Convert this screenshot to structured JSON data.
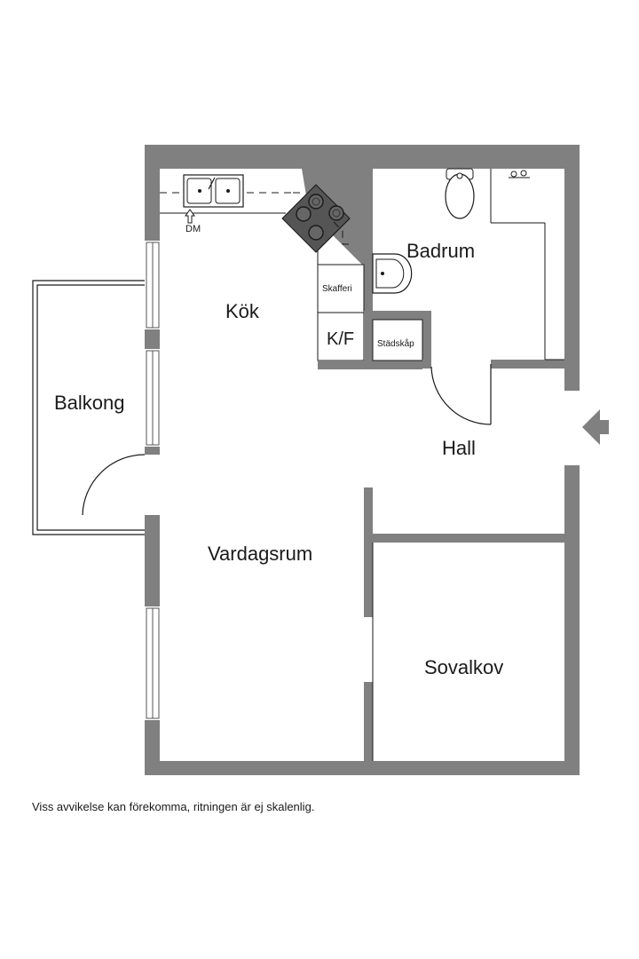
{
  "rooms": {
    "kok": "Kök",
    "badrum": "Badrum",
    "balkong": "Balkong",
    "hall": "Hall",
    "vardagsrum": "Vardagsrum",
    "sovalkov": "Sovalkov"
  },
  "fixtures": {
    "dm": "DM",
    "skafferi": "Skafferi",
    "kf": "K/F",
    "stadskap": "Städskåp"
  },
  "footer": {
    "disclaimer": "Viss avvikelse kan förekomma, ritningen är ej skalenlig."
  },
  "colors": {
    "wall": "#808080",
    "ink": "#1a1a1a",
    "background": "#ffffff"
  },
  "icons": [
    "entrance-arrow-icon",
    "dishwasher-arrow-icon",
    "sink-icon",
    "stove-icon",
    "toilet-icon",
    "washbasin-icon",
    "shower-icon"
  ]
}
